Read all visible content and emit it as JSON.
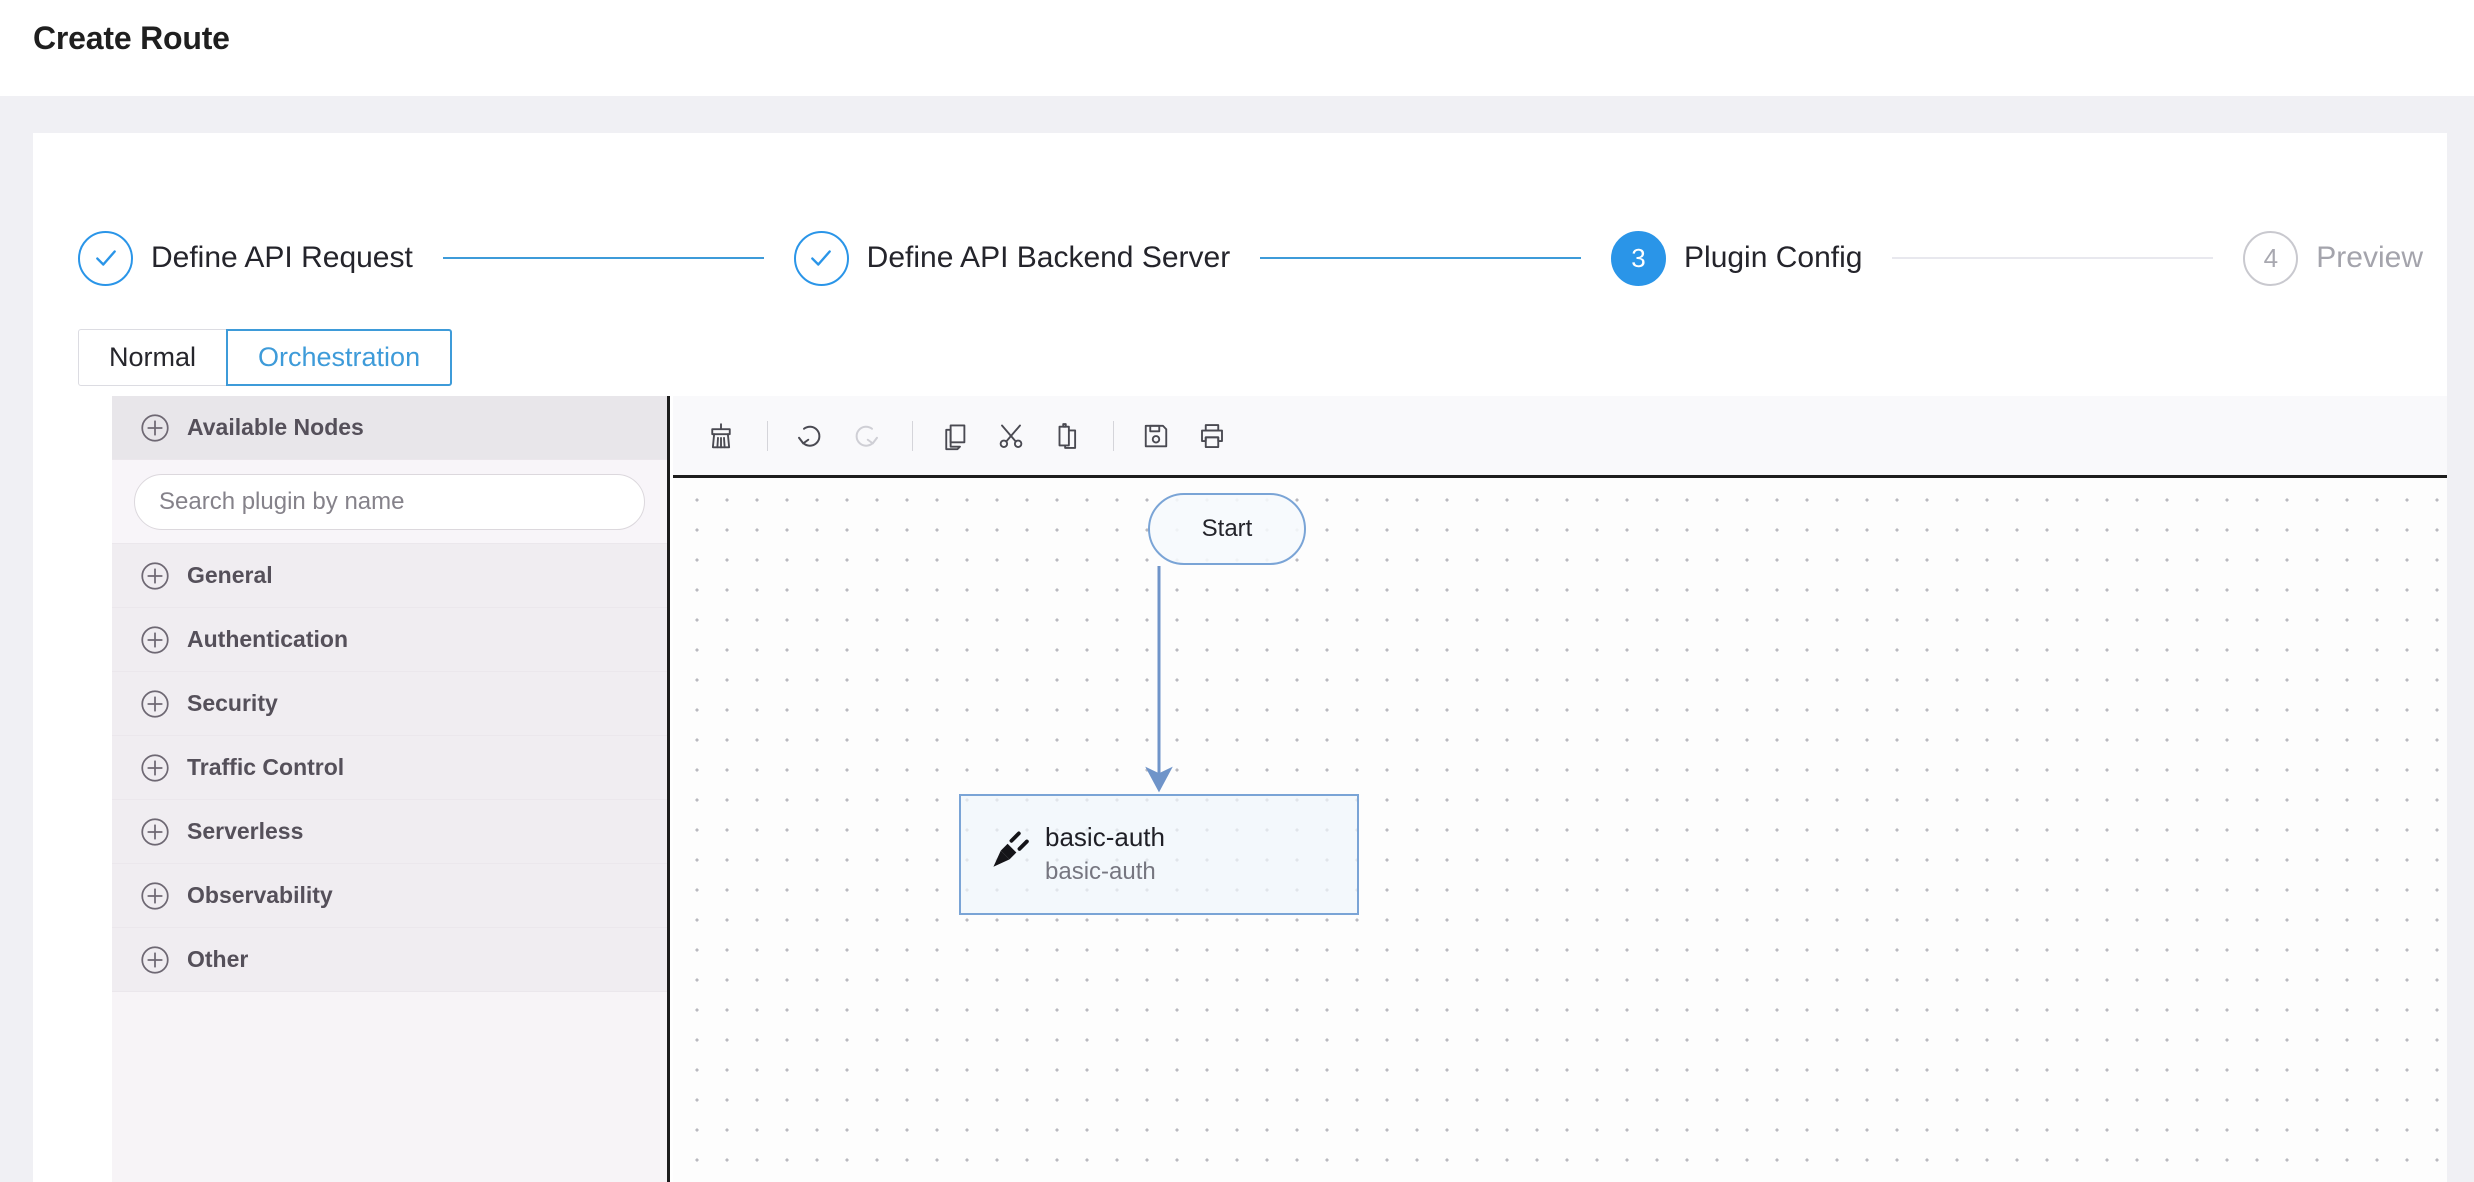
{
  "header": {
    "title": "Create Route"
  },
  "stepper": {
    "steps": [
      {
        "marker": "check",
        "label": "Define API Request",
        "state": "done"
      },
      {
        "marker": "check",
        "label": "Define API Backend Server",
        "state": "done"
      },
      {
        "marker": "3",
        "label": "Plugin Config",
        "state": "active"
      },
      {
        "marker": "4",
        "label": "Preview",
        "state": "pending"
      }
    ]
  },
  "mode_tabs": {
    "normal_label": "Normal",
    "orchestration_label": "Orchestration",
    "selected": "Orchestration"
  },
  "sidebar": {
    "header": {
      "label": "Available Nodes",
      "icon": "plus-circle-icon"
    },
    "search": {
      "value": "",
      "placeholder": "Search plugin by name",
      "icon": "search-input"
    },
    "groups": [
      {
        "label": "General",
        "icon": "plus-circle-icon"
      },
      {
        "label": "Authentication",
        "icon": "plus-circle-icon"
      },
      {
        "label": "Security",
        "icon": "plus-circle-icon"
      },
      {
        "label": "Traffic Control",
        "icon": "plus-circle-icon"
      },
      {
        "label": "Serverless",
        "icon": "plus-circle-icon"
      },
      {
        "label": "Observability",
        "icon": "plus-circle-icon"
      },
      {
        "label": "Other",
        "icon": "plus-circle-icon"
      }
    ]
  },
  "canvas_toolbar": {
    "tools": [
      {
        "name": "clear-icon",
        "title": "Clear",
        "disabled": false
      },
      {
        "name": "undo-icon",
        "title": "Undo",
        "disabled": false
      },
      {
        "name": "redo-icon",
        "title": "Redo",
        "disabled": true
      },
      {
        "name": "copy-icon",
        "title": "Copy",
        "disabled": false
      },
      {
        "name": "cut-icon",
        "title": "Cut",
        "disabled": false
      },
      {
        "name": "paste-icon",
        "title": "Paste",
        "disabled": false
      },
      {
        "name": "save-icon",
        "title": "Save",
        "disabled": false
      },
      {
        "name": "print-icon",
        "title": "Print",
        "disabled": false
      }
    ]
  },
  "canvas": {
    "start_node": {
      "label": "Start"
    },
    "plugin_node": {
      "title": "basic-auth",
      "subtitle": "basic-auth",
      "icon": "plugin-plug-icon"
    },
    "edge": {
      "from": "Start",
      "to": "basic-auth"
    }
  },
  "colors": {
    "accent": "#2a95e8",
    "step_line": "#3e9bd9",
    "node_border": "#7aa4d6",
    "edge": "#6f94c9",
    "muted_text": "#a4a4ac"
  }
}
